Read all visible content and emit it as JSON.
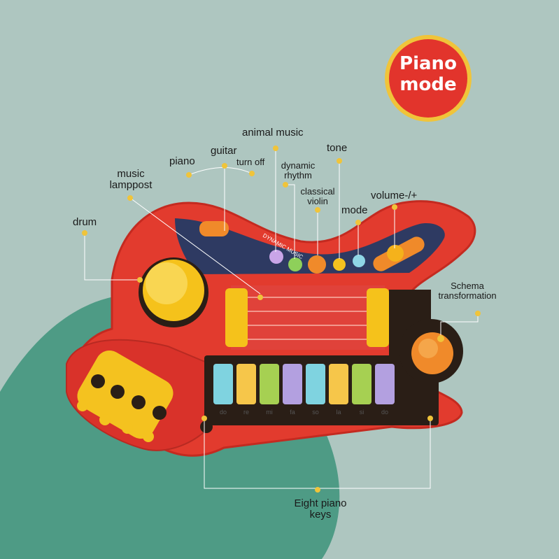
{
  "badge": {
    "line1": "Piano",
    "line2": "mode"
  },
  "labels": {
    "animal_music": "animal music",
    "guitar": "guitar",
    "piano": "piano",
    "turn_off": "turn off",
    "music_lamppost": [
      "music",
      "lamppost"
    ],
    "dynamic_rhythm": [
      "dynamic",
      "rhythm"
    ],
    "tone": "tone",
    "classical_violin": [
      "classical",
      "violin"
    ],
    "volume": "volume-/+",
    "mode": "mode",
    "drum": "drum",
    "schema_transformation": [
      "Schema",
      "transformation"
    ],
    "eight_piano_keys": [
      "Eight piano",
      "keys"
    ]
  },
  "panel_text": "DYNAMIC MUSIC",
  "keys": [
    {
      "color": "#7fd3e0",
      "note": "do"
    },
    {
      "color": "#f6c64a",
      "note": "re"
    },
    {
      "color": "#a6d052",
      "note": "mi"
    },
    {
      "color": "#b3a0e0",
      "note": "fa"
    },
    {
      "color": "#7fd3e0",
      "note": "so"
    },
    {
      "color": "#f6c64a",
      "note": "la"
    },
    {
      "color": "#a6d052",
      "note": "si"
    },
    {
      "color": "#b3a0e0",
      "note": "do"
    }
  ],
  "colors": {
    "background": "#aec6c0",
    "teal_blob": "#4e9b85",
    "toy_red": "#e23b2e",
    "badge_red": "#e2342c",
    "badge_ring": "#f0c43a",
    "accent_yellow": "#f5c21b",
    "dots": "#f0c43a"
  }
}
